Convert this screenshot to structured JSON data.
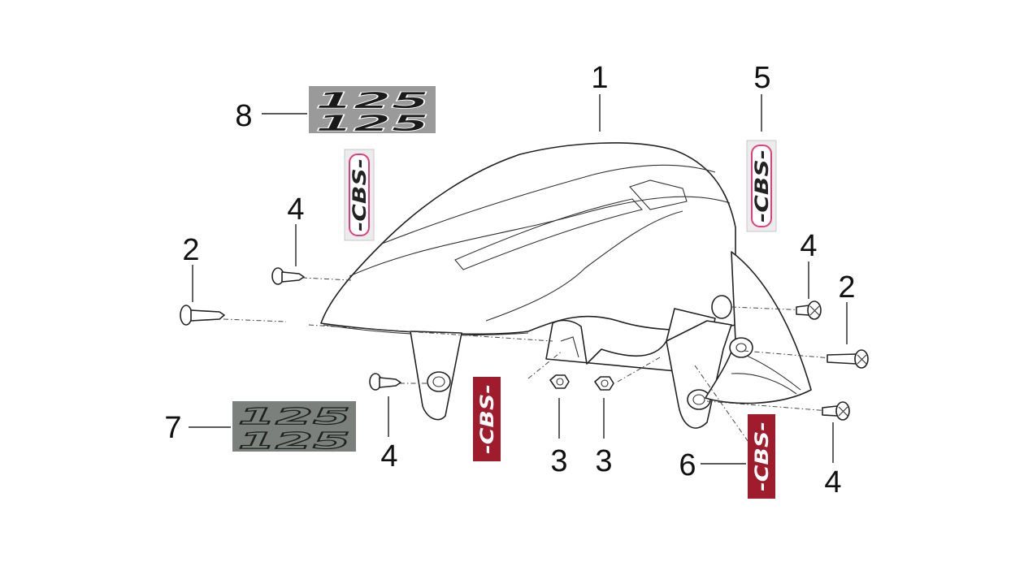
{
  "callouts": {
    "fender": "1",
    "bolt_left": "2",
    "bolt_right": "2",
    "nut_a": "3",
    "nut_b": "3",
    "screw_upper_left": "4",
    "screw_lower_left": "4",
    "screw_upper_right": "4",
    "screw_lower_right": "4",
    "decal_upper_right": "5",
    "decal_lower_right": "6",
    "emblem_lower_left": "7",
    "emblem_upper_left": "8"
  },
  "decals": {
    "model_125": "125",
    "model_cbs": "-CBS-"
  },
  "colors": {
    "decal_red": "#9e1c2c",
    "decal_pink_outline": "#e0407a",
    "emblem_grey": "#9a9a9a",
    "emblem_grey_dark": "#7b807c"
  }
}
